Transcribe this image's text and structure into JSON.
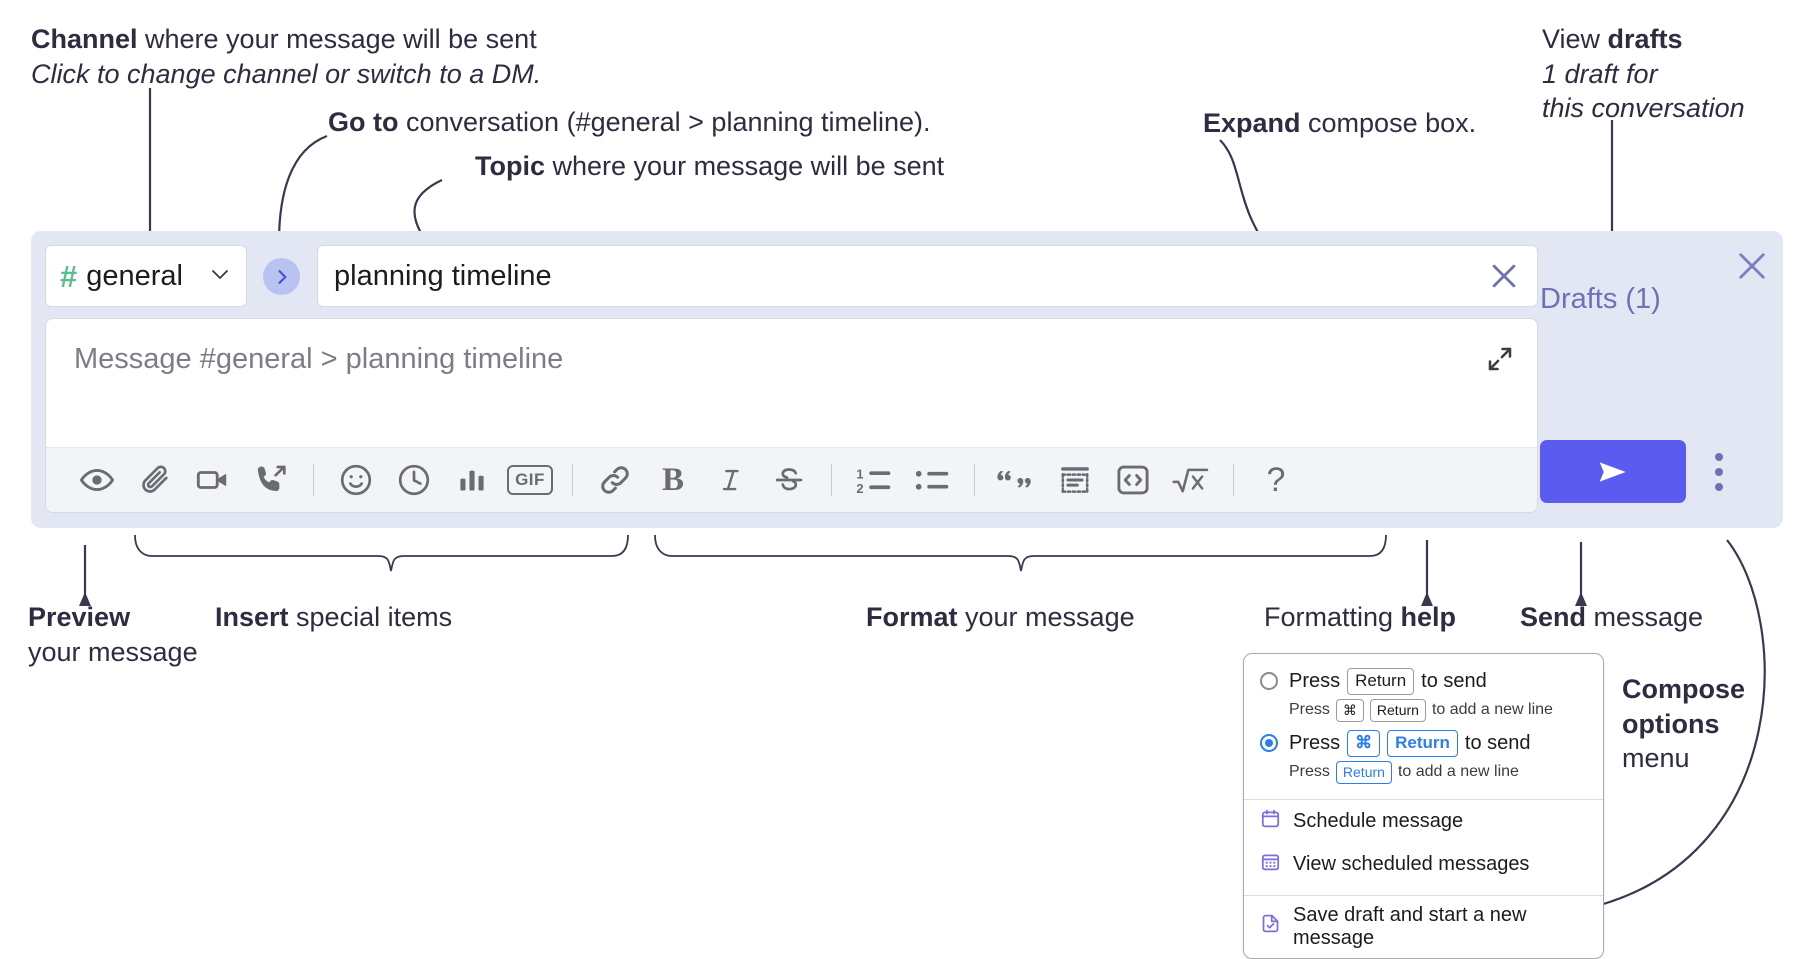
{
  "annotations": {
    "channel": {
      "bold": "Channel",
      "rest": " where your message will be sent",
      "sub": "Click to change channel or switch to a DM."
    },
    "goto": {
      "bold": "Go to",
      "rest": " conversation (#general > planning timeline)."
    },
    "topic": {
      "bold": "Topic",
      "rest": " where your message will be sent"
    },
    "expand": {
      "bold": "Expand",
      "rest": " compose box."
    },
    "drafts": {
      "pre": "View ",
      "bold": "drafts",
      "sub1": "1 draft for",
      "sub2": "this conversation"
    },
    "preview": {
      "bold": "Preview",
      "line2": "your message"
    },
    "insert": {
      "bold": "Insert",
      "rest": " special items"
    },
    "format": {
      "bold": "Format",
      "rest": " your message"
    },
    "help": {
      "pre": "Formatting ",
      "bold": "help"
    },
    "send": {
      "bold": "Send",
      "rest": " message"
    },
    "options": {
      "bold1": "Compose",
      "bold2": "options",
      "rest": "menu"
    }
  },
  "compose": {
    "channel_name": "general",
    "hash_symbol": "#",
    "topic_value": "planning timeline",
    "message_placeholder": "Message #general > planning timeline",
    "drafts_label": "Drafts (1)",
    "toolbar_groups": [
      {
        "name": "preview",
        "items": [
          {
            "icon": "eye-icon",
            "label": "Preview"
          }
        ]
      },
      {
        "name": "insert",
        "items": [
          {
            "icon": "paperclip-icon",
            "label": "Attach file"
          },
          {
            "icon": "video-camera-icon",
            "label": "Record video clip"
          },
          {
            "icon": "phone-forward-icon",
            "label": "Record audio clip"
          }
        ]
      },
      {
        "name": "insert2",
        "items": [
          {
            "icon": "emoji-icon",
            "label": "Emoji"
          },
          {
            "icon": "clock-icon",
            "label": "Reminder"
          },
          {
            "icon": "bar-chart-icon",
            "label": "Poll"
          },
          {
            "icon": "gif-icon",
            "label": "GIF"
          }
        ]
      },
      {
        "name": "format",
        "items": [
          {
            "icon": "link-icon",
            "label": "Link"
          },
          {
            "icon": "bold-icon",
            "label": "Bold"
          },
          {
            "icon": "italic-icon",
            "label": "Italic"
          },
          {
            "icon": "strikethrough-icon",
            "label": "Strikethrough"
          }
        ]
      },
      {
        "name": "lists",
        "items": [
          {
            "icon": "ordered-list-icon",
            "label": "Ordered list"
          },
          {
            "icon": "bulleted-list-icon",
            "label": "Bulleted list"
          }
        ]
      },
      {
        "name": "blocks",
        "items": [
          {
            "icon": "blockquote-icon",
            "label": "Blockquote"
          },
          {
            "icon": "code-block-icon",
            "label": "Code block"
          },
          {
            "icon": "code-inline-icon",
            "label": "Code"
          },
          {
            "icon": "math-icon",
            "label": "Math"
          }
        ]
      },
      {
        "name": "help",
        "items": [
          {
            "icon": "question-mark-icon",
            "label": "Formatting help"
          }
        ]
      }
    ]
  },
  "options_menu": {
    "radio1": {
      "selected": false,
      "press": "Press",
      "key": "Return",
      "tail": "to send",
      "sub_press": "Press",
      "sub_key1": "⌘",
      "sub_key2": "Return",
      "sub_tail": "to add a new line"
    },
    "radio2": {
      "selected": true,
      "press": "Press",
      "key1": "⌘",
      "key2": "Return",
      "tail": "to send",
      "sub_press": "Press",
      "sub_key": "Return",
      "sub_tail": "to add a new line"
    },
    "items": [
      {
        "icon": "calendar-icon",
        "label": "Schedule message"
      },
      {
        "icon": "calendar-grid-icon",
        "label": "View scheduled messages"
      },
      {
        "icon": "save-draft-icon",
        "label": "Save draft and start a new message"
      }
    ]
  },
  "colors": {
    "panel_bg": "#e3e6f3",
    "send_purple": "#5b5bf0",
    "accent_link": "#6d72b5",
    "hash_green": "#5bbf8d",
    "goto_circle": "#b9c3f2",
    "key_blue": "#2a7ef0"
  }
}
